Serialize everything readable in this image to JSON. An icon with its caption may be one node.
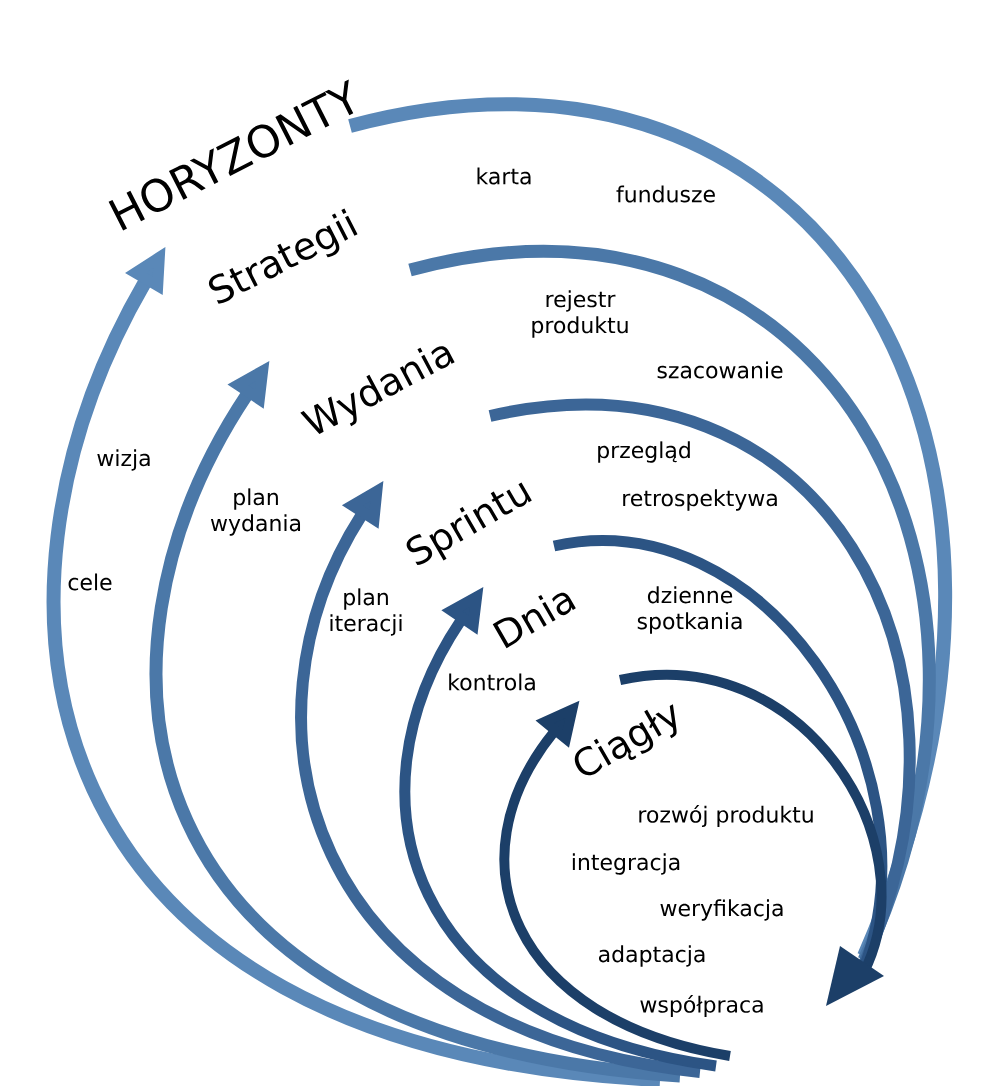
{
  "diagram": {
    "title": "HORYZONTY",
    "labels": [
      "Strategii",
      "karta",
      "fundusze",
      "Wydania",
      "rejestr produktu",
      "szacowanie",
      "wizja",
      "Sprintu",
      "przegląd",
      "plan wydania",
      "retrospektywa",
      "cele",
      "plan iteracji",
      "Dnia",
      "dzienne spotkania",
      "kontrola",
      "Ciągły",
      "rozwój produktu",
      "integracja",
      "weryfikacja",
      "adaptacja",
      "współpraca"
    ]
  }
}
